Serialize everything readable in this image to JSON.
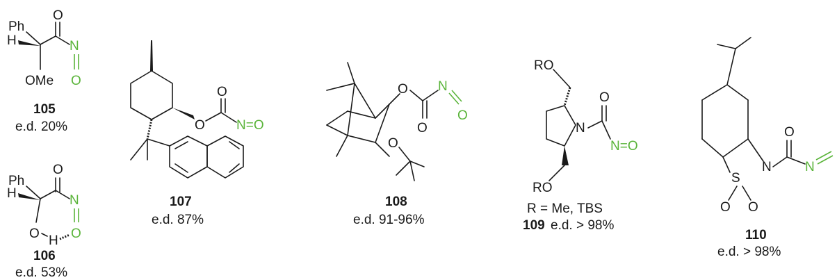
{
  "accent_color": "#5ab43a",
  "compounds": [
    {
      "id": "105",
      "ed_text": "e.d. 20%"
    },
    {
      "id": "106",
      "ed_text": "e.d. 53%"
    },
    {
      "id": "107",
      "ed_text": "e.d. 87%"
    },
    {
      "id": "108",
      "ed_text": "e.d. 91-96%"
    },
    {
      "id": "109",
      "ed_text": "e.d. > 98%",
      "note": "R = Me, TBS"
    },
    {
      "id": "110",
      "ed_text": "e.d. > 98%"
    }
  ],
  "atoms": {
    "ph": "Ph",
    "h": "H",
    "o": "O",
    "n": "N",
    "s": "S",
    "ome": "OMe",
    "ro": "RO",
    "n_eq_o": "N=O"
  }
}
